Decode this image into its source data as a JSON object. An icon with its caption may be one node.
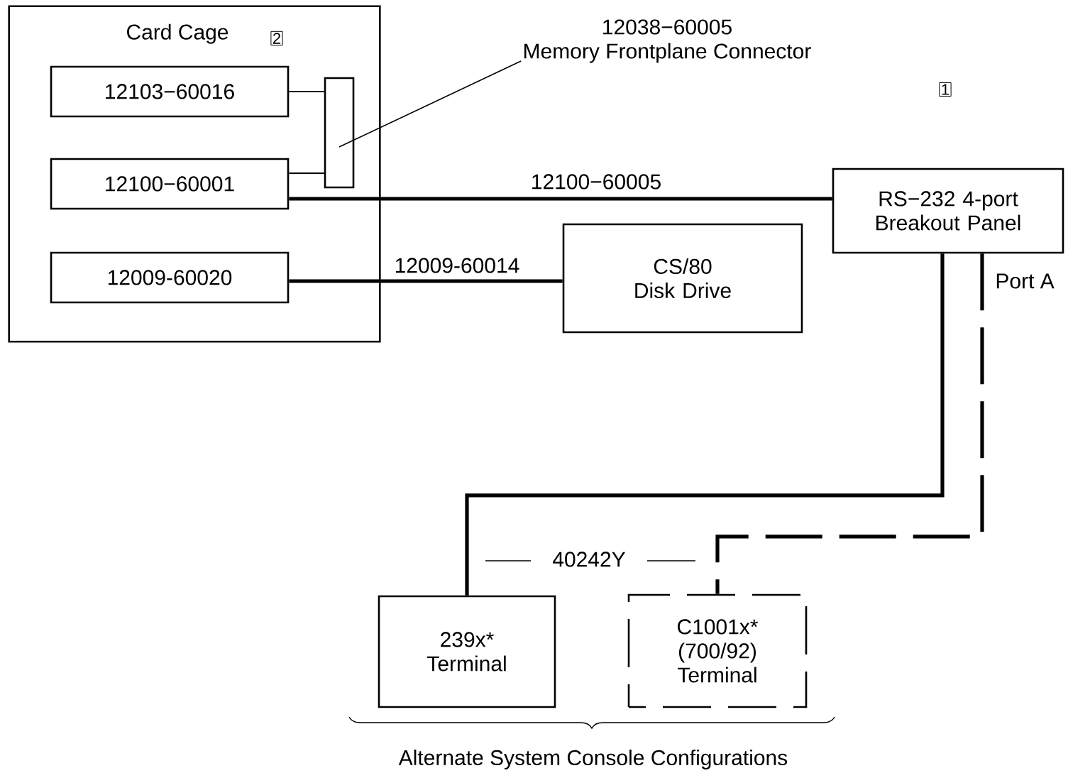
{
  "diagram": {
    "nodes": [
      {
        "text": [
          "Card Cage"
        ]
      },
      {
        "text": [
          "12103−60016"
        ],
        "in": 0
      },
      {
        "text": [
          "12100−60001"
        ],
        "in": 0
      },
      {
        "text": [
          "12009-60020"
        ],
        "in": 0
      },
      {
        "text": [],
        "shape": "bar",
        "in": 0
      },
      {
        "text": [
          "12038−60005",
          "Memory Frontplane Connector"
        ]
      },
      {
        "text": [
          "RS−232 4-port Breakout Panel"
        ]
      },
      {
        "text": [
          "CS/80 Disk Drive"
        ]
      },
      {
        "text": [
          "239x* Terminal"
        ]
      },
      {
        "text": [
          "C1001x* (700/92) Terminal"
        ]
      }
    ],
    "edges": [
      {
        "from": 1,
        "to": 4,
        "arrow": "none"
      },
      {
        "from": 2,
        "to": 4,
        "arrow": "none"
      },
      {
        "from": 5,
        "to": 4,
        "arrow": "none"
      },
      {
        "from": 2,
        "to": 6,
        "arrow": "none",
        "label": "12100−60005"
      },
      {
        "from": 3,
        "to": 7,
        "arrow": "none",
        "label": "12009-60014"
      },
      {
        "from": 6,
        "to": 8,
        "arrow": "none"
      },
      {
        "from": 6,
        "to": 9,
        "arrow": "none",
        "label": "Port A",
        "style": "dashed"
      }
    ],
    "labels": [
      "2",
      "1",
      "40242Y",
      "Alternate System Console Configurations"
    ]
  }
}
